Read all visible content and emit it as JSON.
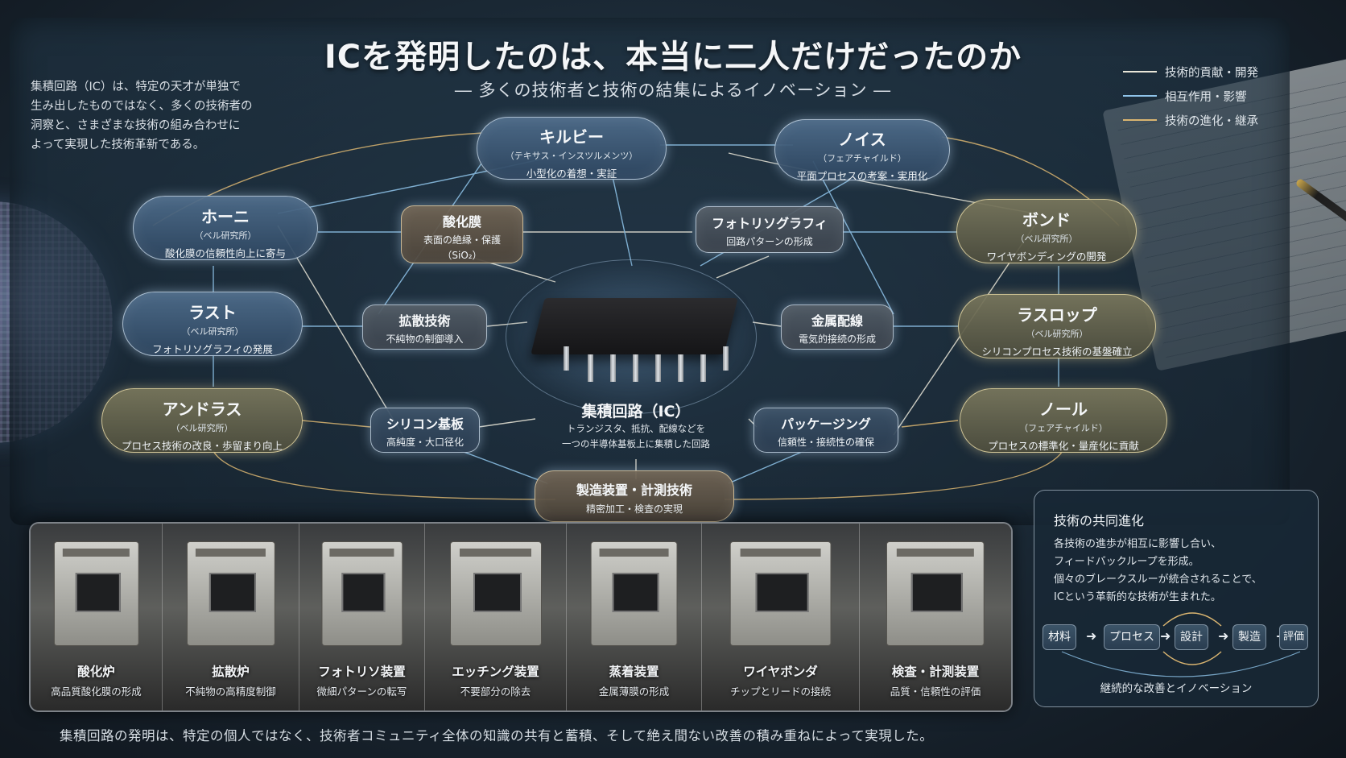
{
  "title": "ICを発明したのは、本当に二人だけだったのか",
  "subtitle": "― 多くの技術者と技術の結集によるイノベーション ―",
  "intro": [
    "集積回路（IC）は、特定の天才が単独で",
    "生み出したものではなく、多くの技術者の",
    "洞察と、さまざまな技術の組み合わせに",
    "よって実現した技術革新である。"
  ],
  "legend": [
    {
      "label": "技術的貢献・開発",
      "color": "#e9e6d8"
    },
    {
      "label": "相互作用・影響",
      "color": "#8fc4ea"
    },
    {
      "label": "技術の進化・継承",
      "color": "#d9b470"
    }
  ],
  "people": [
    {
      "name": "キルビー",
      "org": "（テキサス・インスツルメンツ）",
      "desc": "小型化の着想・実証"
    },
    {
      "name": "ノイス",
      "org": "（フェアチャイルド）",
      "desc": "平面プロセスの考案・実用化"
    },
    {
      "name": "ホーニ",
      "org": "（ベル研究所）",
      "desc": "酸化膜の信頼性向上に寄与"
    },
    {
      "name": "ボンド",
      "org": "（ベル研究所）",
      "desc": "ワイヤボンディングの開発"
    },
    {
      "name": "ラスト",
      "org": "（ベル研究所）",
      "desc": "フォトリソグラフィの発展"
    },
    {
      "name": "ラスロップ",
      "org": "（ベル研究所）",
      "desc": "シリコンプロセス技術の基盤確立"
    },
    {
      "name": "アンドラス",
      "org": "（ベル研究所）",
      "desc": "プロセス技術の改良・歩留まり向上"
    },
    {
      "name": "ノール",
      "org": "（フェアチャイルド）",
      "desc": "プロセスの標準化・量産化に貢献"
    }
  ],
  "techs": [
    {
      "name": "酸化膜",
      "desc": "表面の絶縁・保護",
      "extra": "（SiO₂）"
    },
    {
      "name": "フォトリソグラフィ",
      "desc": "回路パターンの形成",
      "extra": ""
    },
    {
      "name": "拡散技術",
      "desc": "不純物の制御導入",
      "extra": ""
    },
    {
      "name": "金属配線",
      "desc": "電気的接続の形成",
      "extra": ""
    },
    {
      "name": "シリコン基板",
      "desc": "高純度・大口径化",
      "extra": ""
    },
    {
      "name": "パッケージング",
      "desc": "信頼性・接続性の確保",
      "extra": ""
    },
    {
      "name": "製造装置・計測技術",
      "desc": "精密加工・検査の実現",
      "extra": ""
    }
  ],
  "center": {
    "title": "集積回路（IC）",
    "desc1": "トランジスタ、抵抗、配線などを",
    "desc2": "一つの半導体基板上に集積した回路"
  },
  "equipment": [
    {
      "name": "酸化炉",
      "desc": "高品質酸化膜の形成"
    },
    {
      "name": "拡散炉",
      "desc": "不純物の高精度制御"
    },
    {
      "name": "フォトリソ装置",
      "desc": "微細パターンの転写"
    },
    {
      "name": "エッチング装置",
      "desc": "不要部分の除去"
    },
    {
      "name": "蒸着装置",
      "desc": "金属薄膜の形成"
    },
    {
      "name": "ワイヤボンダ",
      "desc": "チップとリードの接続"
    },
    {
      "name": "検査・計測装置",
      "desc": "品質・信頼性の評価"
    }
  ],
  "coevolution": {
    "title": "技術の共同進化",
    "body": [
      "各技術の進歩が相互に影響し合い、",
      "フィードバックループを形成。",
      "個々のブレークスルーが統合されることで、",
      "ICという革新的な技術が生まれた。"
    ],
    "flow": [
      "材料",
      "プロセス",
      "設計",
      "製造",
      "評価"
    ],
    "footer": "継続的な改善とイノベーション"
  },
  "footer": "集積回路の発明は、特定の個人ではなく、技術者コミュニティ全体の知識の共有と蓄積、そして絶え間ない改善の積み重ねによって実現した。"
}
